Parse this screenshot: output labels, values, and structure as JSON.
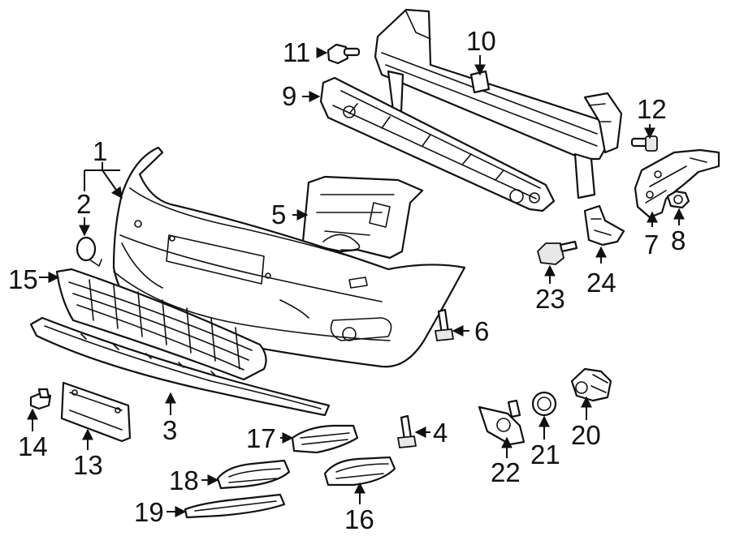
{
  "diagram": {
    "labels": {
      "p1": "1",
      "p2": "2",
      "p3": "3",
      "p4": "4",
      "p5": "5",
      "p6": "6",
      "p7": "7",
      "p8": "8",
      "p9": "9",
      "p10": "10",
      "p11": "11",
      "p12": "12",
      "p13": "13",
      "p14": "14",
      "p15": "15",
      "p16": "16",
      "p17": "17",
      "p18": "18",
      "p19": "19",
      "p20": "20",
      "p21": "21",
      "p22": "22",
      "p23": "23",
      "p24": "24"
    },
    "colors": {
      "line": "#111111",
      "background": "#ffffff"
    }
  }
}
